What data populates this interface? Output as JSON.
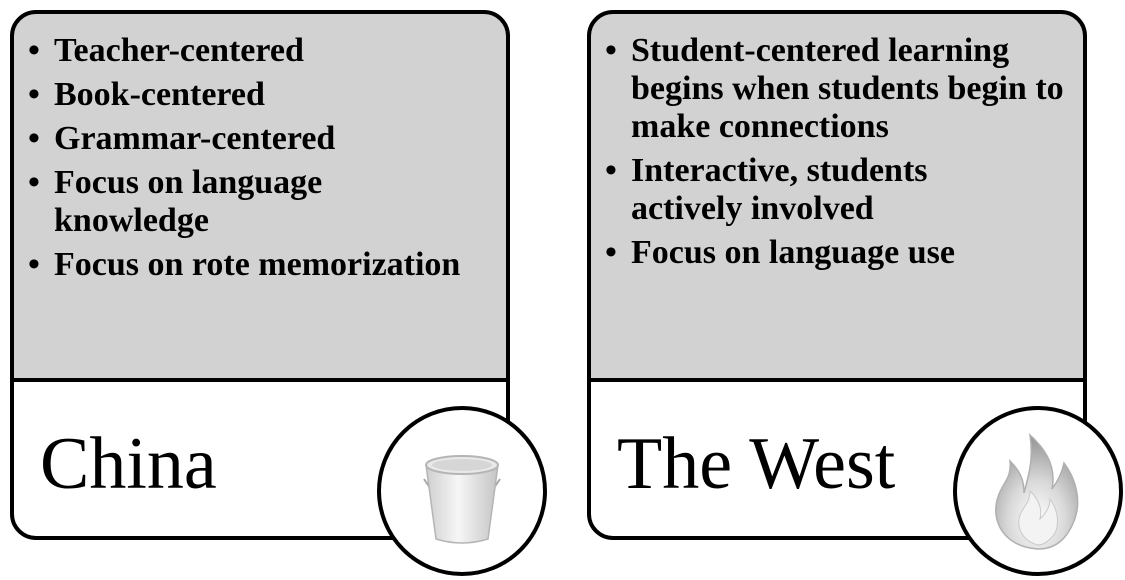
{
  "panels": [
    {
      "region": "China",
      "icon": "bucket-icon",
      "items": [
        "Teacher-centered",
        "Book-centered",
        "Grammar-centered",
        "Focus on language knowledge",
        "Focus on rote memorization"
      ]
    },
    {
      "region": "The West",
      "icon": "fire-icon",
      "items": [
        "Student-centered learning begins when students begin to make connections",
        "Interactive, students actively involved",
        "Focus on language use"
      ]
    }
  ],
  "colors": {
    "panel_fill": "#d2d2d2",
    "border": "#000000",
    "label_area": "#ffffff"
  }
}
